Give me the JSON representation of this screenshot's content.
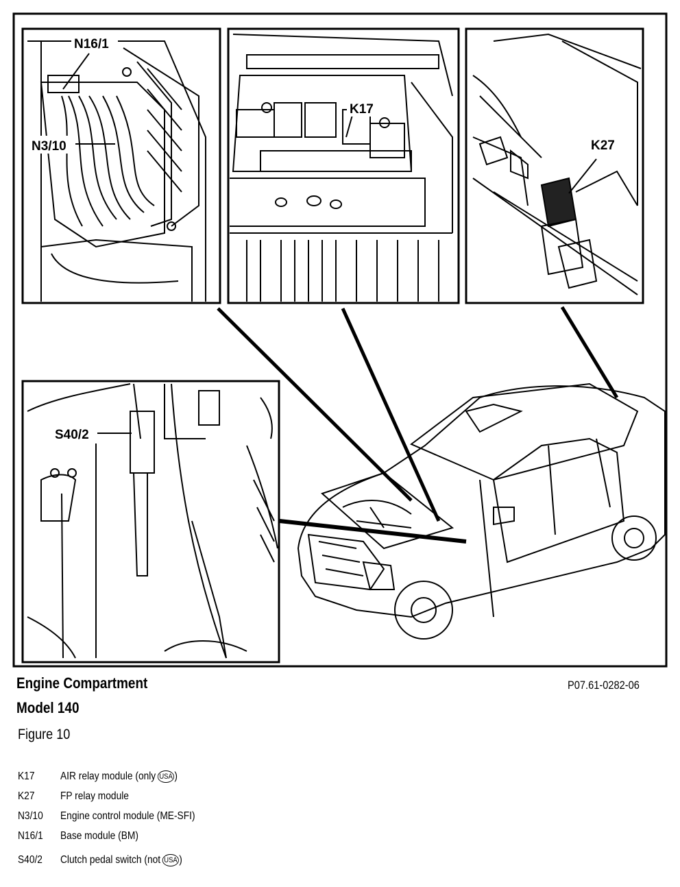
{
  "callouts": {
    "n16_1": "N16/1",
    "n3_10": "N3/10",
    "k17": "K17",
    "k27": "K27",
    "s40_2": "S40/2"
  },
  "caption": {
    "title": "Engine Compartment",
    "model": "Model 140",
    "figure": "Figure 10",
    "reference": "P07.61-0282-06"
  },
  "legend": [
    {
      "code": "K17",
      "description": "AIR relay module (only",
      "badge": "USA",
      "close": ")"
    },
    {
      "code": "K27",
      "description": "FP relay module",
      "badge": "",
      "close": ""
    },
    {
      "code": "N3/10",
      "description": "Engine control module (ME-SFI)",
      "badge": "",
      "close": ""
    },
    {
      "code": "N16/1",
      "description": "Base module (BM)",
      "badge": "",
      "close": ""
    },
    {
      "code": "S40/2",
      "description": "Clutch pedal switch (not",
      "badge": "USA",
      "close": ")"
    }
  ]
}
